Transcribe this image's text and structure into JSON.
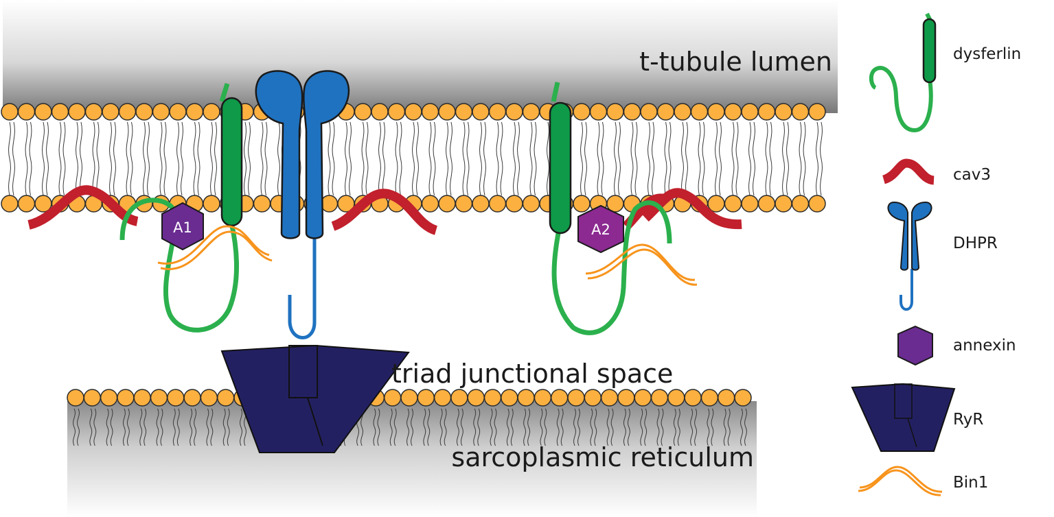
{
  "regions": {
    "lumen": "t-tubule lumen",
    "junction": "triad junctional space",
    "sr": "sarcoplasmic reticulum"
  },
  "annexin_labels": {
    "a1": "A1",
    "a2": "A2"
  },
  "legend": [
    {
      "icon": "dysferlin-icon",
      "label": "dysferlin"
    },
    {
      "icon": "cav3-icon",
      "label": "cav3"
    },
    {
      "icon": "dhpr-icon",
      "label": "DHPR"
    },
    {
      "icon": "annexin-icon",
      "label": "annexin"
    },
    {
      "icon": "ryr-icon",
      "label": "RyR"
    },
    {
      "icon": "bin1-icon",
      "label": "Bin1"
    }
  ],
  "colors": {
    "dysferlin": "#0e9a48",
    "dysferlin_loop": "#2bb04d",
    "cav3": "#c1202c",
    "dhpr": "#1f72c0",
    "annexin": "#6a2c91",
    "ryr": "#232062",
    "bin1": "#f7941d",
    "lipid_head": "#fbb040"
  }
}
